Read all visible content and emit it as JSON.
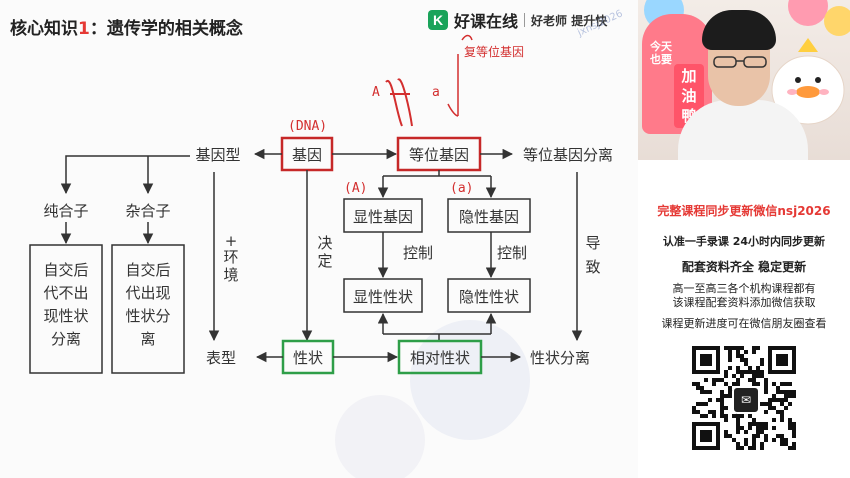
{
  "slide": {
    "title_prefix": "核心知识",
    "title_num": "1",
    "title_suffix": "：遗传学的相关概念",
    "brand_k": "K",
    "brand_name": "好课在线",
    "brand_slogan": "好老师 提升快",
    "watermark": "jxnsj2026"
  },
  "diagram": {
    "labels": {
      "genotype": "基因型",
      "gene": "基因",
      "allele": "等位基因",
      "allele_segregation": "等位基因分离",
      "homozygote": "纯合子",
      "heterozygote": "杂合子",
      "dominant_gene": "显性基因",
      "recessive_gene": "隐性基因",
      "control_left": "控制",
      "control_right": "控制",
      "dominant_trait": "显性性状",
      "recessive_trait": "隐性性状",
      "determine": "决定",
      "env_plus": "+",
      "environment": "环境",
      "lead_to": "导致",
      "phenotype": "表型",
      "trait": "性状",
      "relative_trait": "相对性状",
      "trait_segregation": "性状分离",
      "homo_note": "自交后代不出现性状分离",
      "hetero_note": "自交后代出现性状分离"
    },
    "handwriting": {
      "dna": "(DNA)",
      "cap_a": "(A)",
      "small_a": "(a)",
      "left_allele": "A",
      "right_allele": "a",
      "note": "复等位基因"
    },
    "colors": {
      "red_box": "#c62828",
      "green_box": "#2e9e48",
      "ink": "#333333",
      "hand_red": "#d32f2f"
    }
  },
  "video": {
    "sticker_small": "今天也要",
    "sticker_big": "加油鸭"
  },
  "promo": {
    "line1": "完整课程同步更新微信nsj2026",
    "line2": "认准一手录课  24小时内同步更新",
    "line3": "配套资料齐全  稳定更新",
    "line4a": "高一至高三各个机构课程都有",
    "line4b": "该课程配套资料添加微信获取",
    "line5": "课程更新进度可在微信朋友圈查看",
    "qr_icon": "wechat-icon"
  }
}
